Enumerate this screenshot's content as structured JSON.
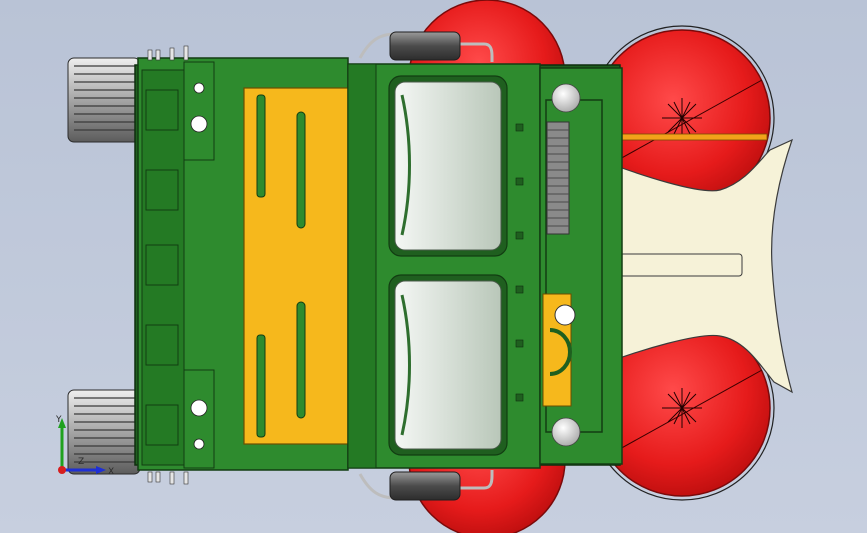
{
  "viewport": {
    "background_color": "#c1cadb"
  },
  "model": {
    "description_hidden": "",
    "colors": {
      "body_green": "#2e8b2e",
      "dark_green": "#1f5f1f",
      "outline": "#123d12",
      "wheel_red": "#e11d1d",
      "panel_yellow": "#f6b81c",
      "glass": "#dfe6df",
      "cream": "#f6f2d8",
      "metal_gray": "#7a7a7a"
    }
  },
  "triad": {
    "y_label": "Y",
    "z_label": "Z",
    "x_label": "X",
    "colors": {
      "x": "#1e2fd6",
      "y": "#1fa11f",
      "z": "#d61e1e"
    }
  }
}
